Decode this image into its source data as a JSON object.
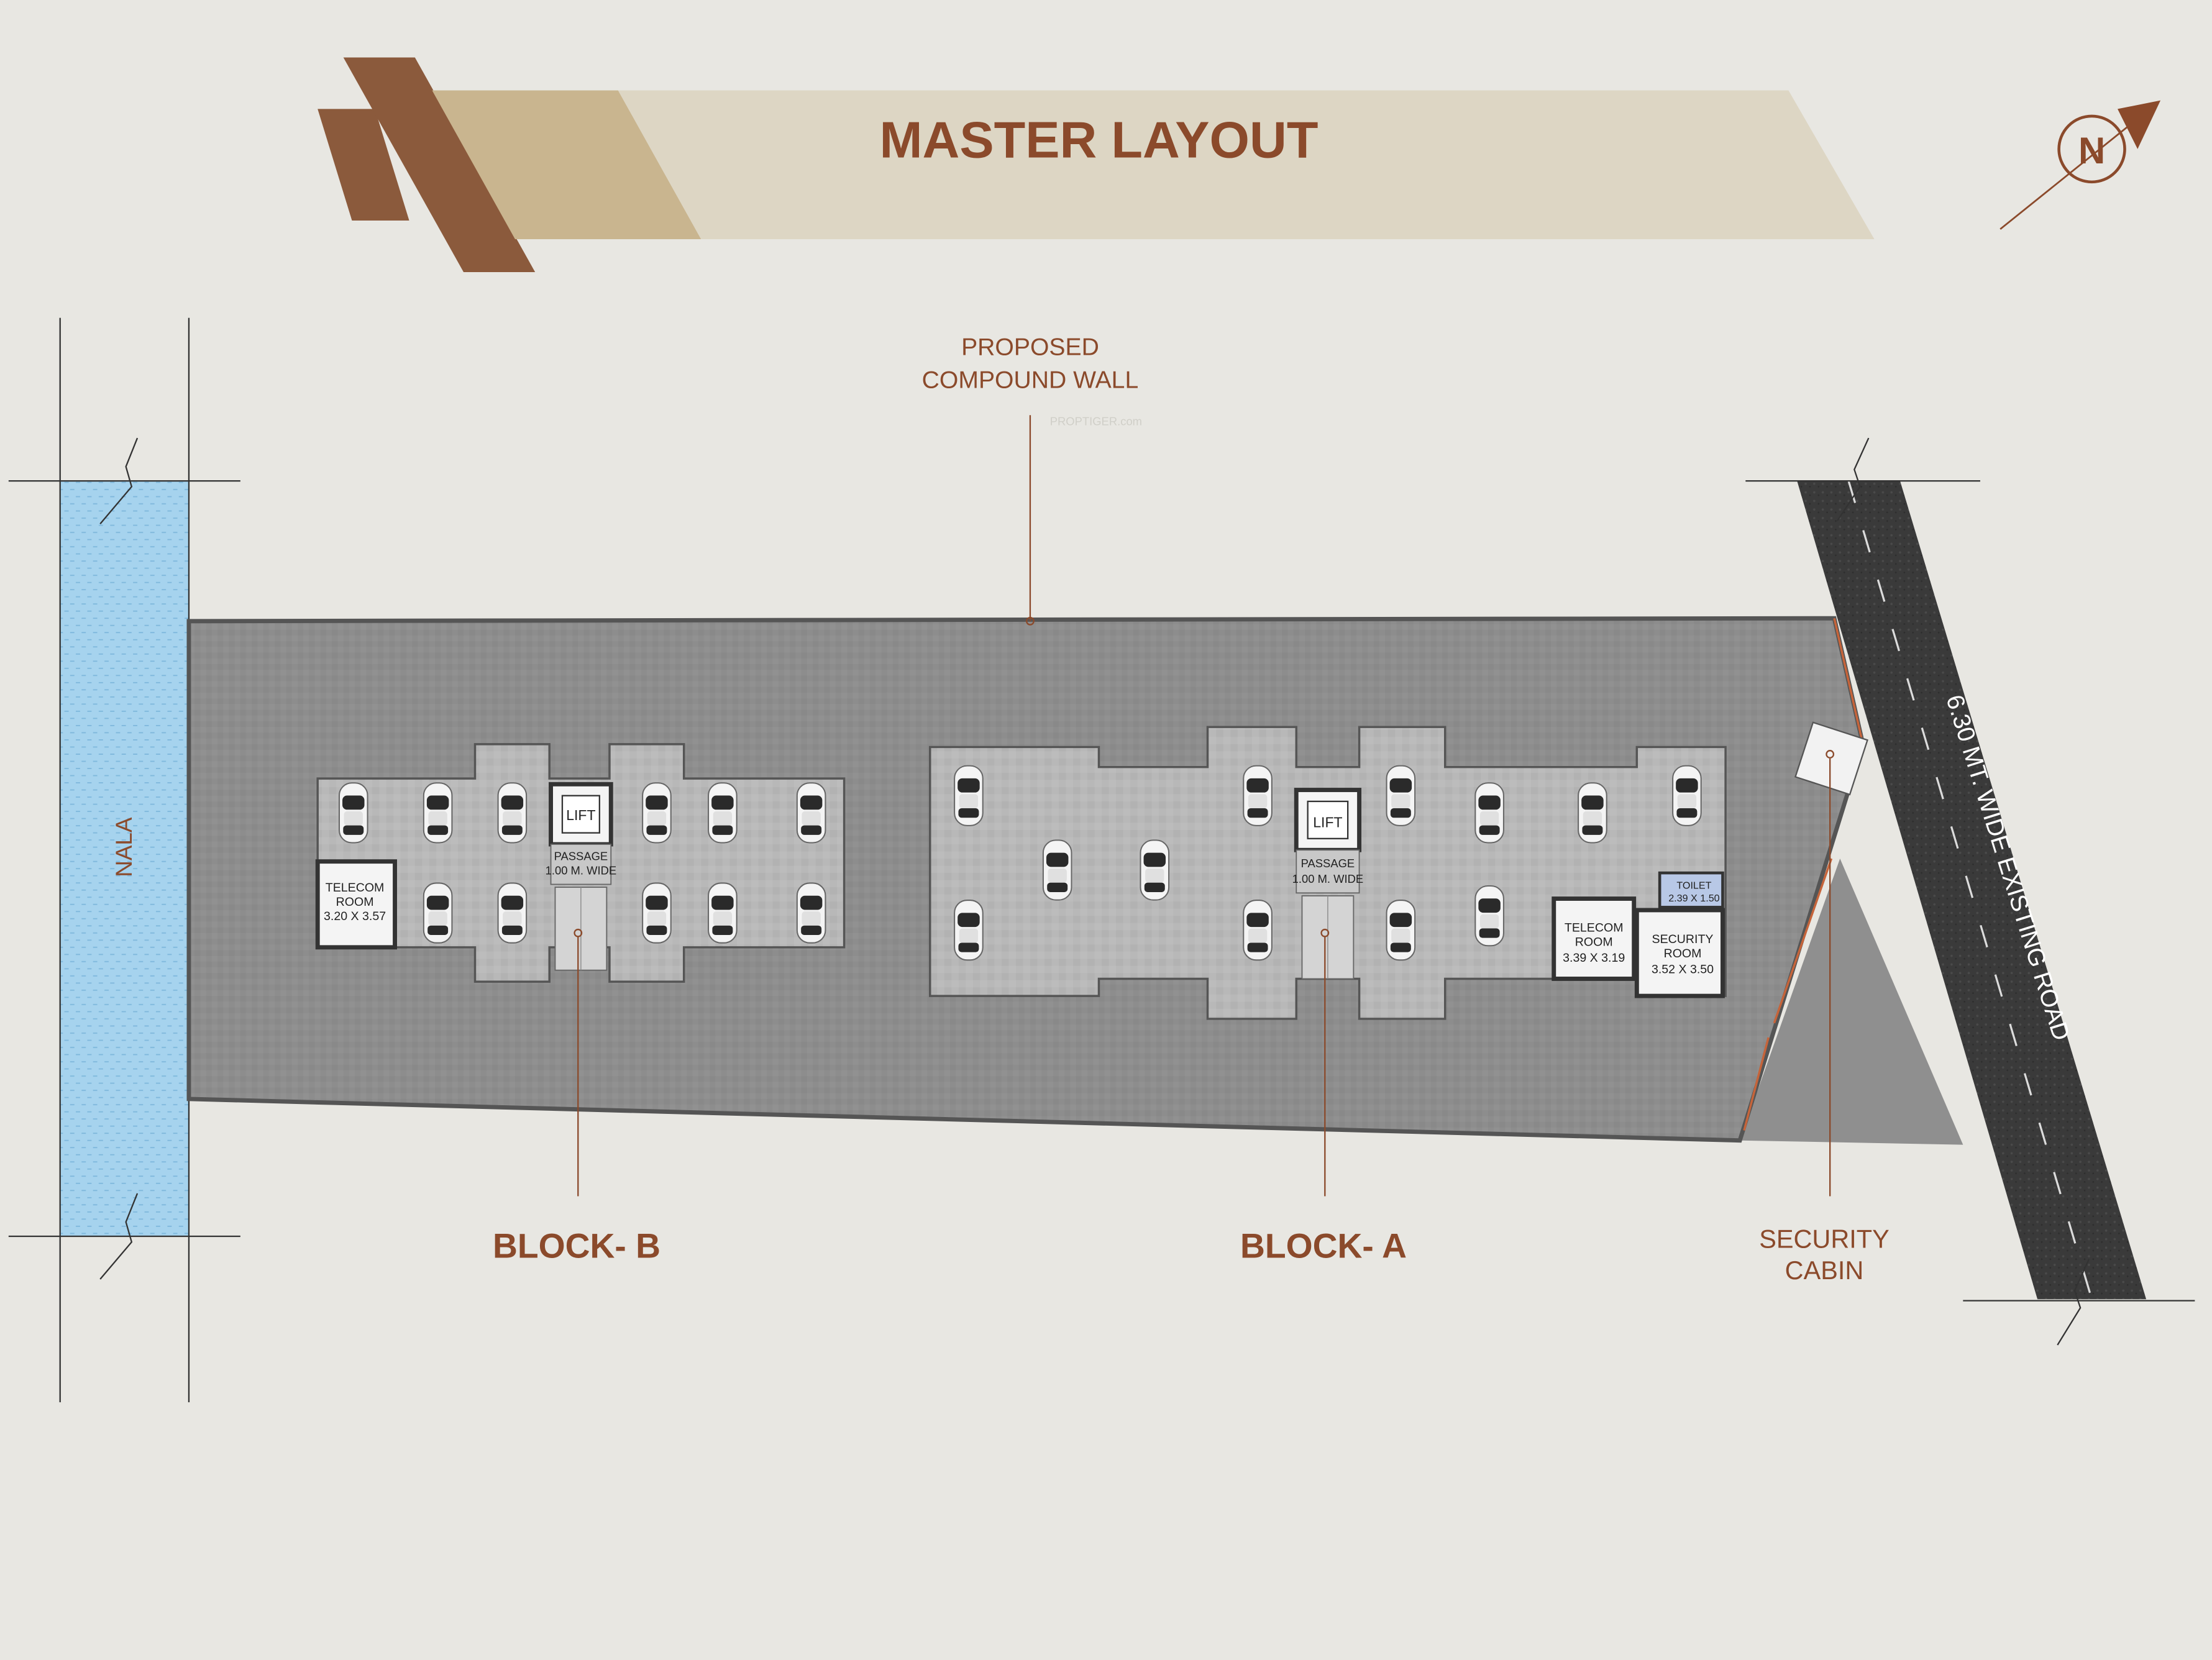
{
  "header": {
    "title": "MASTER LAYOUT",
    "compass_letter": "N"
  },
  "labels": {
    "nala": "NALA",
    "compound_wall_line1": "PROPOSED",
    "compound_wall_line2": "COMPOUND WALL",
    "road": "6.30 MT. WIDE EXISTING ROAD",
    "block_b": "BLOCK- B",
    "block_a": "BLOCK- A",
    "security_cabin_line1": "SECURITY",
    "security_cabin_line2": "CABIN",
    "watermark": "PROPTIGER.com"
  },
  "block_b": {
    "lift": "LIFT",
    "passage_line1": "PASSAGE",
    "passage_line2": "1.00 M. WIDE",
    "telecom_line1": "TELECOM",
    "telecom_line2": "ROOM",
    "telecom_dim": "3.20 X 3.57"
  },
  "block_a": {
    "lift": "LIFT",
    "passage_line1": "PASSAGE",
    "passage_line2": "1.00 M. WIDE",
    "telecom_line1": "TELECOM",
    "telecom_line2": "ROOM",
    "telecom_dim": "3.39 X 3.19",
    "security_line1": "SECURITY",
    "security_line2": "ROOM",
    "security_dim": "3.52 X 3.50",
    "toilet_line1": "TOILET",
    "toilet_dim": "2.39 X 1.50"
  },
  "colors": {
    "background": "#e8e7e2",
    "accent_brown": "#8b5a3c",
    "banner_tan": "#c9b58f",
    "banner_light": "#ddd6c4",
    "site_grey": "#8a8a8a",
    "block_floor": "#b5b5b5",
    "road": "#3c3c3c",
    "nala_blue": "#a8d4ee",
    "label_brown": "#8b4a2b"
  },
  "icons": [
    "north-compass-icon",
    "car-icon",
    "break-line-icon"
  ]
}
